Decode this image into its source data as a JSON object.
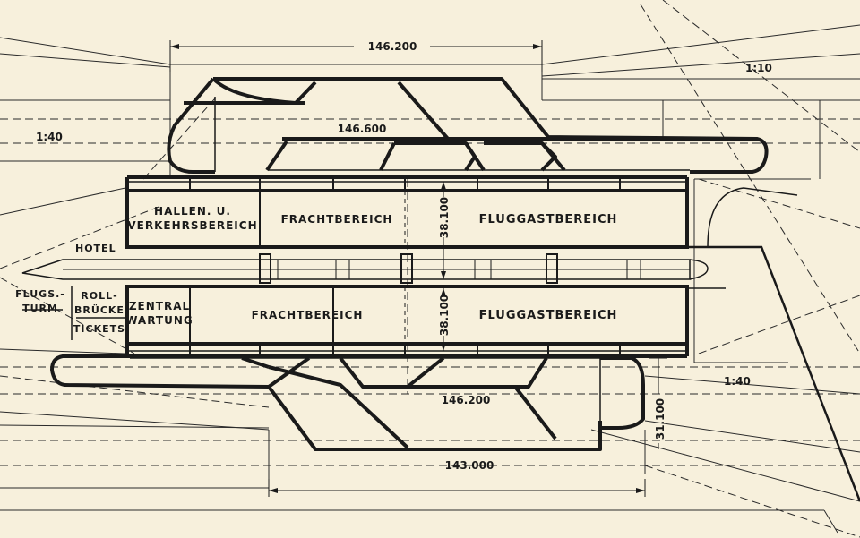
{
  "labels": {
    "halle_line1": "HALLEN. U.",
    "halle_line2": "VERKEHRSBEREICH",
    "fracht_top": "FRACHTBEREICH",
    "fluggast_top": "FLUGGASTBEREICH",
    "fracht_bottom": "FRACHTBEREICH",
    "fluggast_bottom": "FLUGGASTBEREICH",
    "zentral_line1": "ZENTRAL",
    "zentral_line2": "WARTUNG",
    "hotel": "HOTEL",
    "flugs_line1": "FLUGS.-",
    "flugs_line2": "TURM",
    "roll_line1": "ROLL-",
    "roll_line2": "BRÜCKE",
    "tickets": "TICKETS"
  },
  "dimensions": {
    "top_width": "146.200",
    "upper_inner": "146.600",
    "lower_inner": "146.200",
    "bottom_width": "143.000",
    "height_top": "38.100",
    "height_bottom": "38.100",
    "side_height": "31.100"
  },
  "slopes": {
    "top_right": "1:10",
    "left": "1:40",
    "right": "1:40"
  },
  "colors": {
    "paper": "#f7f0dc",
    "ink": "#1a1a1a"
  }
}
